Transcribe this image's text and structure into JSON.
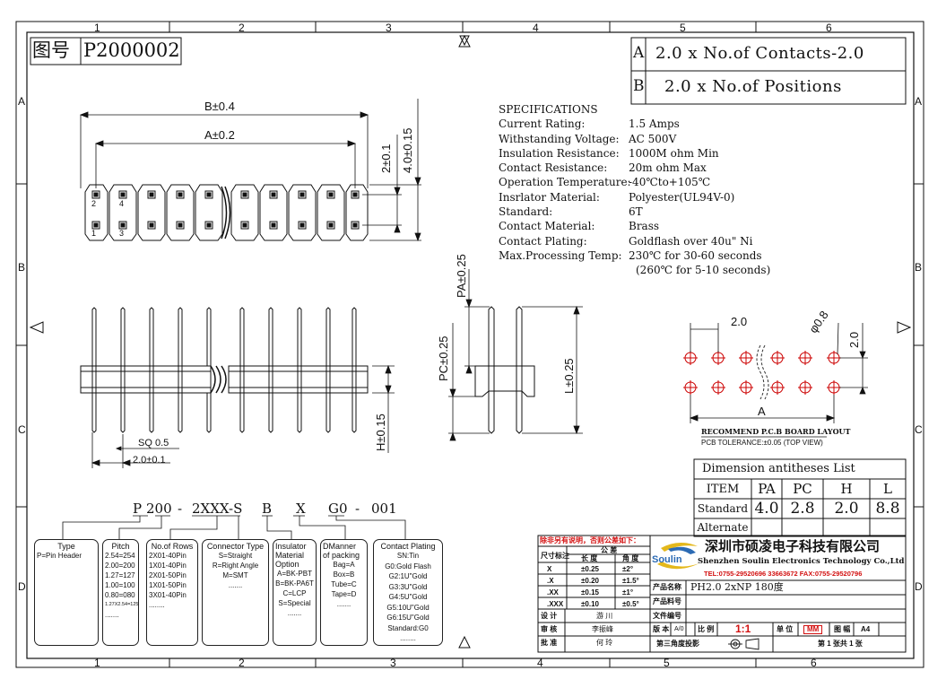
{
  "drawing_number": {
    "prefix": "图号",
    "value": "P2000002"
  },
  "grid_columns_top": [
    "1",
    "2",
    "3",
    "4",
    "5",
    "6"
  ],
  "grid_columns_bottom": [
    "1",
    "2",
    "3",
    "4",
    "5",
    "6"
  ],
  "grid_rows": [
    "A",
    "B",
    "C",
    "D"
  ],
  "formula": {
    "a_label": "A",
    "a_text": "2.0 x No.of Contacts-2.0",
    "b_label": "B",
    "b_text": "2.0 x No.of Positions"
  },
  "spec": {
    "title": "SPECIFICATIONS",
    "rows": [
      {
        "label": "Current Rating:",
        "value": "1.5 Amps"
      },
      {
        "label": "Withstanding Voltage:",
        "value": "AC  500V"
      },
      {
        "label": "Insulation Resistance:",
        "value": "1000M ohm Min"
      },
      {
        "label": "Contact Resistance:",
        "value": "20m ohm Max"
      },
      {
        "label": "Operation Temperature:",
        "value": "-40℃to+105℃"
      },
      {
        "label": "Insrlator Material:",
        "value": "Polyester(UL94V-0)"
      },
      {
        "label": "Standard:",
        "value": "6T"
      },
      {
        "label": "Contact Material:",
        "value": "Brass"
      },
      {
        "label": "Contact Plating:",
        "value": "Goldflash over 40u\" Ni"
      },
      {
        "label": "Max.Processing Temp:",
        "value": "230℃ for 30-60 seconds"
      },
      {
        "label": "",
        "value": "(260℃ for  5-10 seconds)"
      }
    ]
  },
  "top_view": {
    "dim_b": "B±0.4",
    "dim_a": "A±0.2",
    "dim_h1": "2±0.1",
    "dim_h2": "4.0±0.15",
    "pin_2": "2",
    "pin_4": "4",
    "pin_1": "1",
    "pin_3": "3"
  },
  "front_view": {
    "dim_h": "H±0.15",
    "dim_sq": "SQ 0.5",
    "dim_pitch": "2.0±0.1"
  },
  "side_view": {
    "dim_pa": "PA±0.25",
    "dim_pc": "PC±0.25",
    "dim_l": "L±0.25"
  },
  "pcb": {
    "pitch_h": "2.0",
    "hole": "φ0.8",
    "pitch_v": "2.0",
    "dim_a": "A",
    "title": "RECOMMEND P.C.B BOARD LAYOUT",
    "tolerance": "PCB TOLERANCE:±0.05 (TOP VIEW)"
  },
  "dim_table": {
    "title": "Dimension antitheses List",
    "headers": [
      "ITEM",
      "PA",
      "PC",
      "H",
      "L"
    ],
    "rows": [
      [
        "Standard",
        "4.0",
        "2.8",
        "2.0",
        "8.8"
      ],
      [
        "Alternate",
        "",
        "",
        "",
        ""
      ]
    ]
  },
  "part_code": {
    "segments": [
      "P",
      "200",
      "-",
      "2XXX-S",
      "B",
      "X",
      "G0",
      "-",
      "001"
    ]
  },
  "code_boxes": [
    {
      "title": "Type",
      "lines": [
        "P=Pin Header"
      ]
    },
    {
      "title": "Pitch",
      "lines": [
        "2.54=254",
        "2.00=200",
        "1.27=127",
        "1.00=100",
        "0.80=080",
        "1.27X2.54=125",
        "......."
      ]
    },
    {
      "title": "No.of Rows",
      "lines": [
        "2X01-40Pin",
        "1X01-40Pin",
        "2X01-50Pin",
        "1X01-50Pin",
        "3X01-40Pin",
        "........"
      ]
    },
    {
      "title": "Connector Type",
      "lines": [
        "S=Straight",
        "R=Right Angle",
        "M=SMT",
        "......."
      ]
    },
    {
      "title": "Insulator Material Option",
      "lines": [
        "A=BK-PBT",
        "B=BK-PA6T",
        "C=LCP",
        "S=Special",
        "......."
      ]
    },
    {
      "title": "DManner of packing",
      "lines": [
        "Bag=A",
        "Box=B",
        "Tube=C",
        "Tape=D",
        "......."
      ]
    },
    {
      "title": "Contact Plating",
      "lines": [
        "SN:Tin",
        "G0:Gold Flash",
        "G2:1U\"Gold",
        "G3:3U\"Gold",
        "G4:5U\"Gold",
        "G5:10U\"Gold",
        "G6:15U\"Gold",
        "Standard:G0",
        "........"
      ]
    }
  ],
  "title_block": {
    "note": "除非另有说明，否则公差如下：",
    "tol_header": "公 差",
    "tol_col1": "尺寸标注",
    "tol_col2": "长 度",
    "tol_col3": "角 度",
    "tol_rows": [
      [
        "X",
        "±0.25",
        "±2°"
      ],
      [
        ".X",
        "±0.20",
        "±1.5°"
      ],
      [
        ".XX",
        "±0.15",
        "±1°"
      ],
      [
        ".XXX",
        "±0.10",
        "±0.5°"
      ]
    ],
    "company_cn": "深圳市硕凌电子科技有限公司",
    "company_en": "Shenzhen Soulin Electronics Technology Co.,Ltd",
    "contact": "TEL:0755-29520696  33663672     FAX:0755-29520796",
    "logo_text": "Soulin",
    "product_name_label": "产品名称",
    "product_name": "PH2.0  2xNP  180度",
    "part_no_label": "产品料号",
    "part_no": "",
    "doc_no_label": "文件编号",
    "doc_no": "",
    "design_label": "设 计",
    "design": "游 川",
    "review_label": "审 核",
    "review": "李振峰",
    "approve_label": "批 准",
    "approve": "何 玲",
    "version_label": "版 本",
    "version": "A/0",
    "scale_label": "比 例",
    "scale": "1:1",
    "unit_label": "单 位",
    "unit": "MM",
    "size_label": "图 幅",
    "size": "A4",
    "projection": "第三角度投影",
    "sheet": "第 1  张共 1 张",
    "colors": {
      "red": "#d31111",
      "logo_blue": "#2c6bb4",
      "logo_yellow": "#e4b81c"
    }
  }
}
